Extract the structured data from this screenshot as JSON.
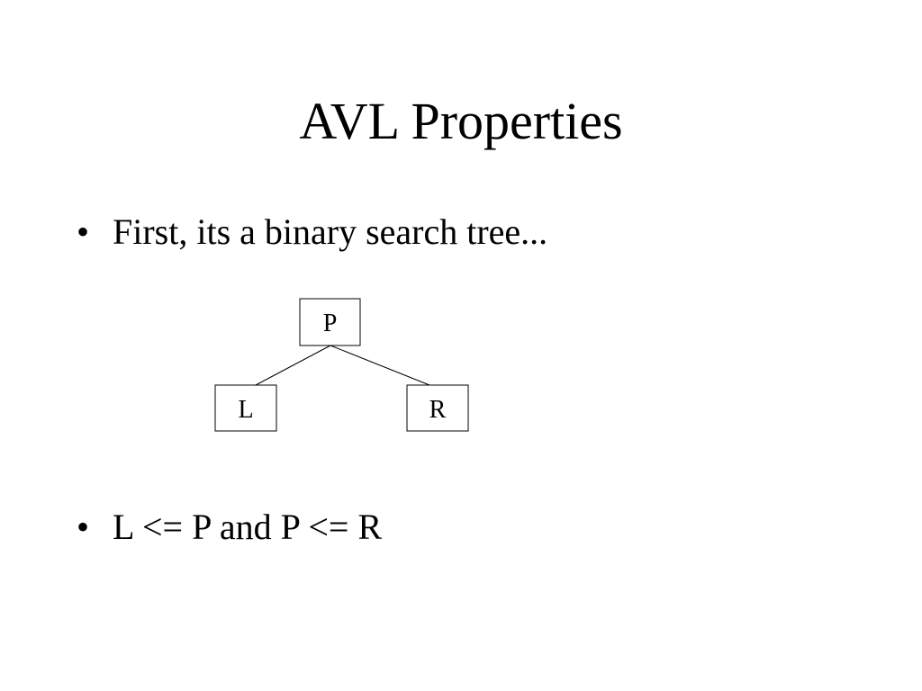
{
  "slide": {
    "title": "AVL Properties",
    "bullets": [
      "First, its a binary search tree...",
      "L <= P and P <= R"
    ],
    "bullet_symbol": "•"
  },
  "tree": {
    "parent": "P",
    "left": "L",
    "right": "R"
  }
}
